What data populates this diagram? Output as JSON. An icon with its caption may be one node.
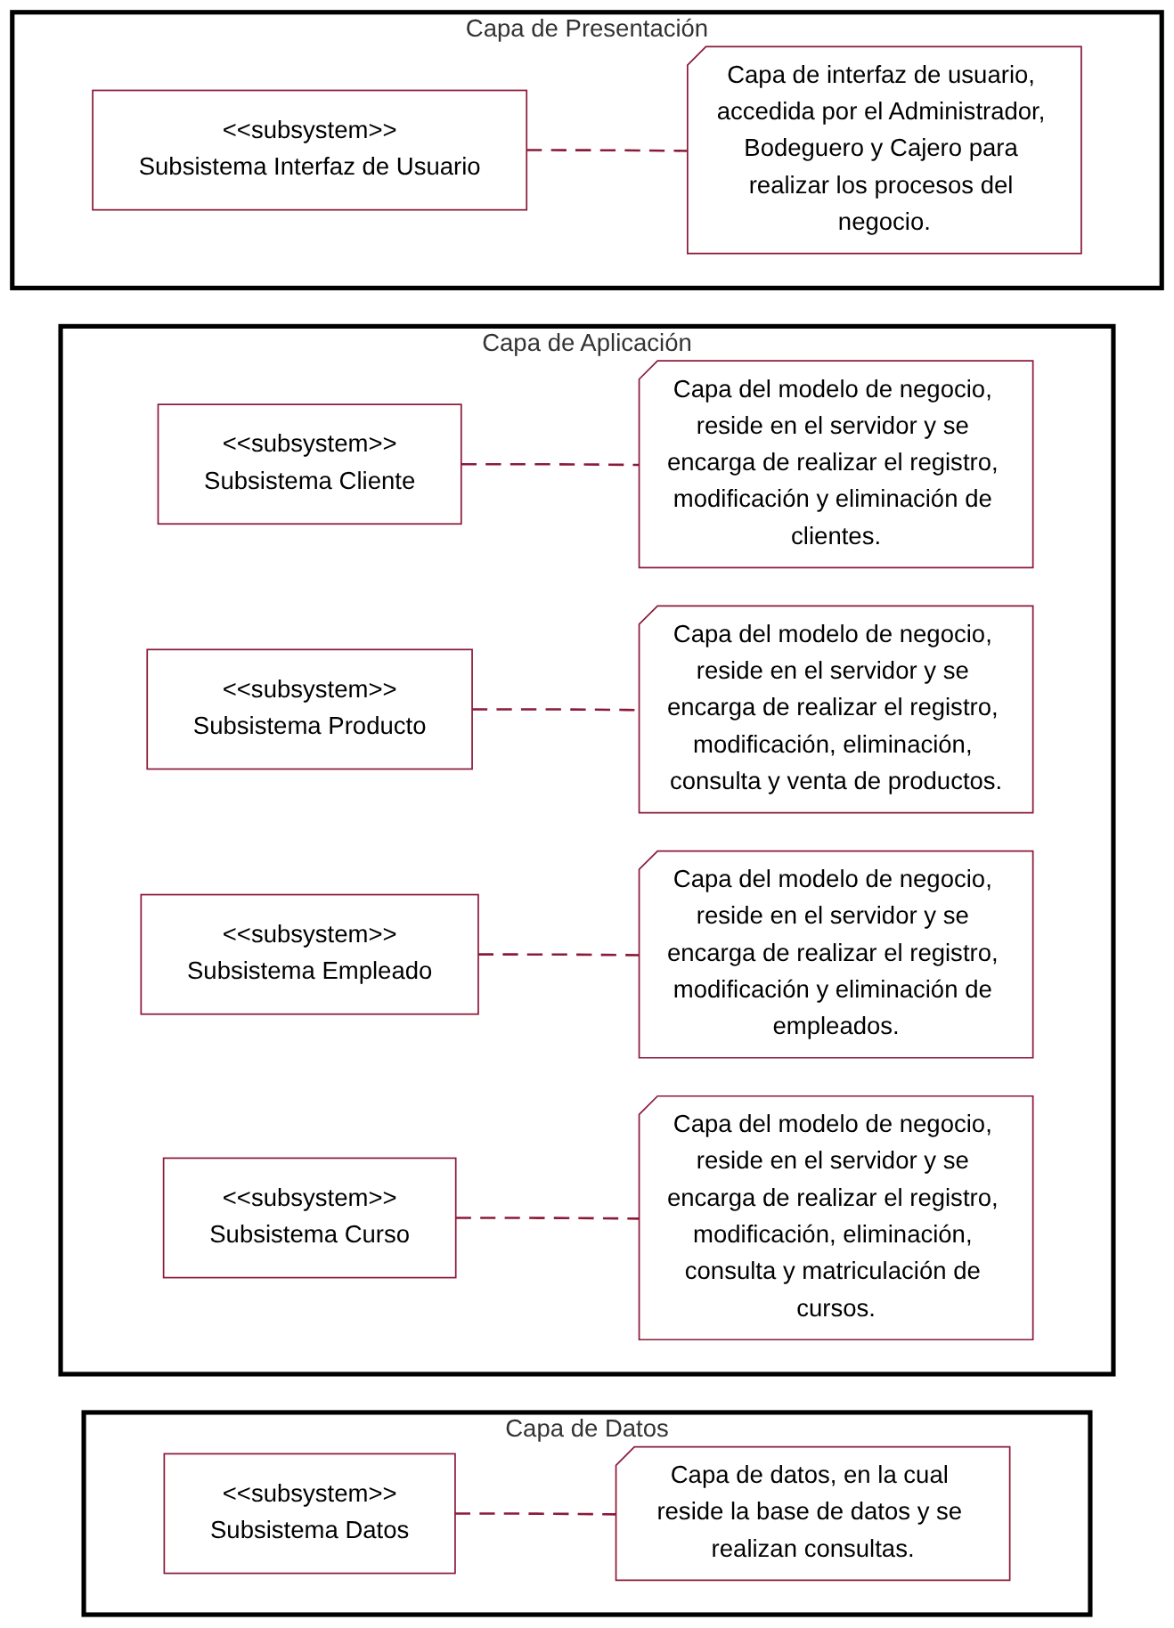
{
  "diagram": {
    "nodes": [
      {
        "text": [
          "Capa de Presentación"
        ]
      },
      {
        "text": [
          "<<subsystem>>",
          "Subsistema Interfaz de Usuario"
        ],
        "in": 0
      },
      {
        "text": [
          "Capa de interfaz de usuario, accedida por el Administrador, Bodeguero y Cajero para realizar los procesos del negocio."
        ],
        "in": 0
      },
      {
        "text": [
          "Capa de Aplicación"
        ]
      },
      {
        "text": [
          "<<subsystem>>",
          "Subsistema Cliente"
        ],
        "in": 3
      },
      {
        "text": [
          "Capa del modelo de negocio, reside en el servidor y se encarga de realizar el registro, modificación y eliminación de clientes."
        ],
        "in": 3
      },
      {
        "text": [
          "<<subsystem>>",
          "Subsistema Producto"
        ],
        "in": 3
      },
      {
        "text": [
          "Capa del modelo de negocio, reside en el servidor y se encarga de realizar el registro, modificación, eliminación, consulta y venta de productos."
        ],
        "in": 3
      },
      {
        "text": [
          "<<subsystem>>",
          "Subsistema Empleado"
        ],
        "in": 3
      },
      {
        "text": [
          "Capa del modelo de negocio, reside en el servidor y se encarga de realizar el registro, modificación y eliminación de empleados."
        ],
        "in": 3
      },
      {
        "text": [
          "<<subsystem>>",
          "Subsistema Curso"
        ],
        "in": 3
      },
      {
        "text": [
          "Capa del modelo de negocio, reside en el servidor y se encarga de realizar el registro, modificación, eliminación, consulta y matriculación de cursos."
        ],
        "in": 3
      },
      {
        "text": [
          "Capa de Datos"
        ]
      },
      {
        "text": [
          "<<subsystem>>",
          "Subsistema Datos"
        ],
        "in": 12
      },
      {
        "text": [
          "Capa de datos, en la cual reside la base de datos y se realizan consultas."
        ],
        "in": 12
      }
    ],
    "edges": [
      {
        "from": 1,
        "to": 2,
        "arrow": "none",
        "style": "dashed"
      },
      {
        "from": 4,
        "to": 5,
        "arrow": "none",
        "style": "dashed"
      },
      {
        "from": 6,
        "to": 7,
        "arrow": "none",
        "style": "dashed"
      },
      {
        "from": 8,
        "to": 9,
        "arrow": "none",
        "style": "dashed"
      },
      {
        "from": 10,
        "to": 11,
        "arrow": "none",
        "style": "dashed"
      },
      {
        "from": 13,
        "to": 14,
        "arrow": "none",
        "style": "dashed"
      }
    ]
  }
}
